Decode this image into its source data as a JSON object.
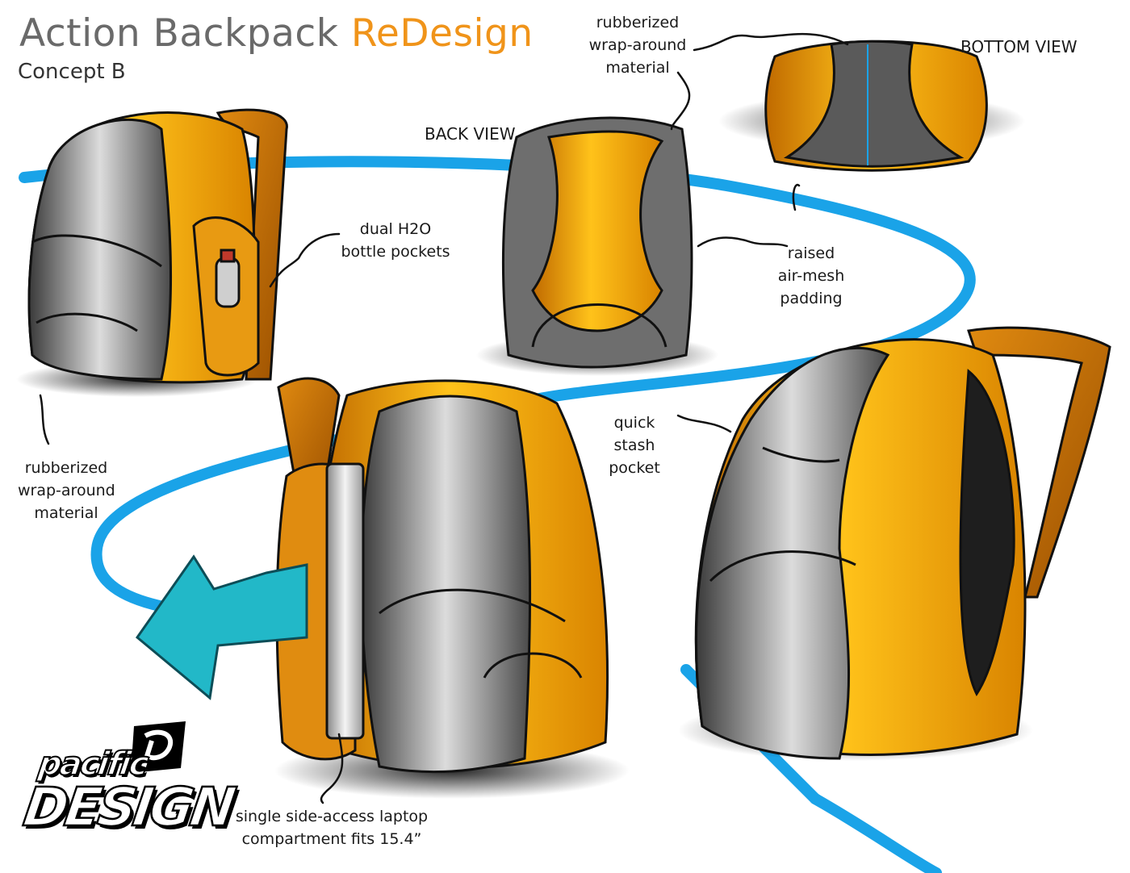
{
  "header": {
    "title_main": "Action Backpack",
    "title_accent": "ReDesign",
    "subtitle": "Concept B"
  },
  "views": {
    "back_view": "BACK VIEW",
    "bottom_view": "BOTTOM VIEW"
  },
  "callouts": {
    "rubber_top": [
      "rubberized",
      "wrap-around",
      "material"
    ],
    "rubber_left": [
      "rubberized",
      "wrap-around",
      "material"
    ],
    "bottle": [
      "dual H2O",
      "bottle pockets"
    ],
    "padding": [
      "raised",
      "air-mesh",
      "padding"
    ],
    "stash": [
      "quick",
      "stash",
      "pocket"
    ],
    "laptop": [
      "single side-access laptop",
      "compartment fits 15.4”"
    ]
  },
  "logo": {
    "line1": "pacific",
    "line2": "DESIGN"
  },
  "colors": {
    "accent_orange": "#f0941a",
    "bag_orange": "#f0a010",
    "swoosh_blue": "#1aa3e8",
    "arrow_teal": "#22b8c8",
    "title_gray": "#6a6a6a"
  }
}
